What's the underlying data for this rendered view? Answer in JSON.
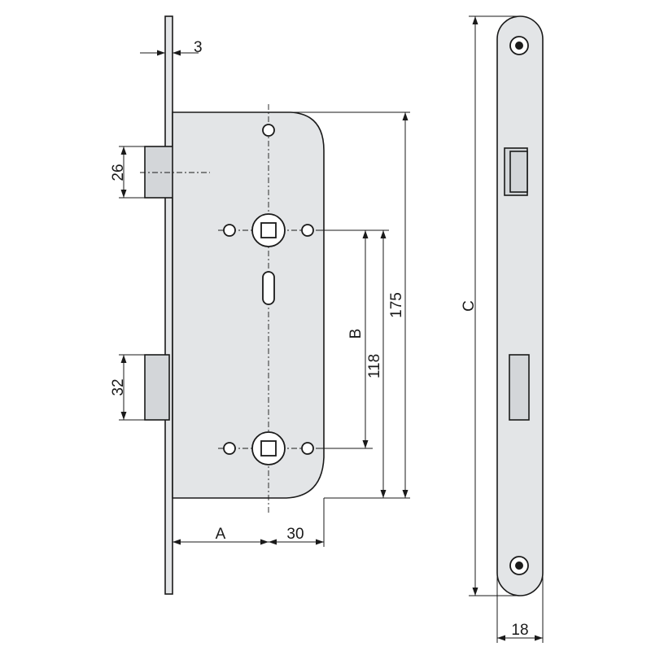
{
  "dimensions": {
    "backset_letter": "A",
    "distance_letter": "B",
    "faceplate_letter": "C",
    "faceplate_thickness": "3",
    "latch_height": "26",
    "bolt_height": "32",
    "case_offset": "30",
    "handle_distance": "118",
    "case_height": "175",
    "faceplate_width": "18"
  }
}
